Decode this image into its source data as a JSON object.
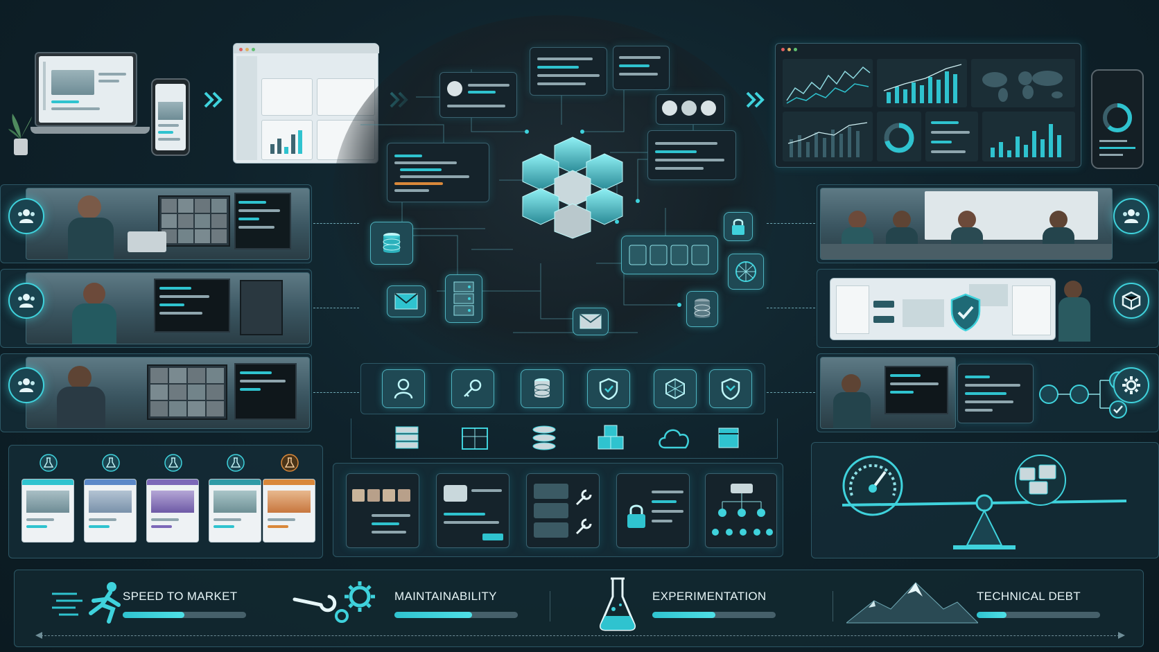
{
  "metrics": [
    {
      "label": "SPEED TO MARKET",
      "value": 0.5
    },
    {
      "label": "MAINTAINABILITY",
      "value": 0.63
    },
    {
      "label": "EXPERIMENTATION",
      "value": 0.51
    },
    {
      "label": "TECHNICAL DEBT",
      "value": 0.24
    }
  ],
  "icons": {
    "team": "people-icon",
    "component": "cube-icon",
    "settings": "gear-icon",
    "experiment": "flask-icon",
    "security": "shield-check-icon",
    "speed": "speedometer-icon",
    "mail": "envelope-icon",
    "database": "database-icon"
  },
  "colors": {
    "accent": "#2fc3cf",
    "background": "#0f222b",
    "warning_variant": "#d9883a",
    "purple_variant": "#7c68b8"
  }
}
